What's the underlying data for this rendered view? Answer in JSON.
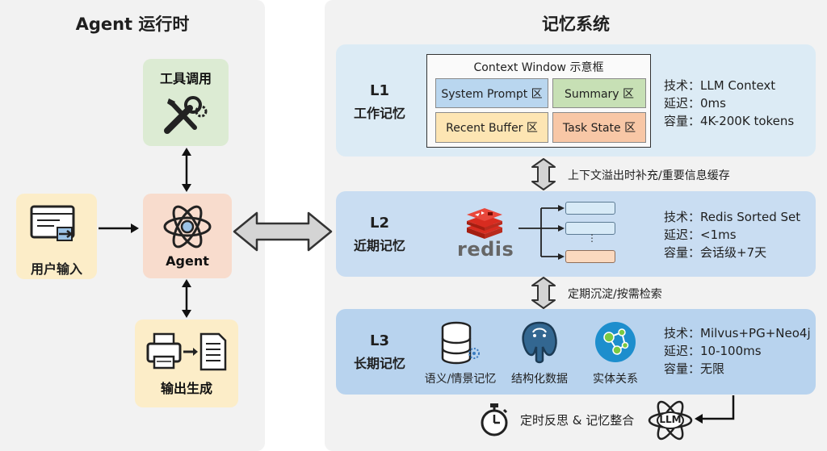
{
  "left": {
    "title": "Agent 运行时",
    "tool_label": "工具调用",
    "agent_label": "Agent",
    "input_label": "用户输入",
    "output_label": "输出生成"
  },
  "right": {
    "title": "记忆系统",
    "l1": {
      "level": "L1",
      "name": "工作记忆",
      "context_title": "Context Window 示意框",
      "cells": [
        "System Prompt 区",
        "Summary 区",
        "Recent Buffer 区",
        "Task State 区"
      ],
      "tech": "技术：LLM Context",
      "latency": "延迟：0ms",
      "capacity": "容量：4K-200K tokens"
    },
    "flow_l1_l2": "上下文溢出时补充/重要信息缓存",
    "l2": {
      "level": "L2",
      "name": "近期记忆",
      "redis_word": "redis",
      "tech": "技术：Redis Sorted Set",
      "latency": "延迟：<1ms",
      "capacity": "容量：会话级+7天"
    },
    "flow_l2_l3": "定期沉淀/按需检索",
    "l3": {
      "level": "L3",
      "name": "长期记忆",
      "icon1_label": "语义/情景记忆",
      "icon2_label": "结构化数据",
      "icon3_label": "实体关系",
      "tech": "技术：Milvus+PG+Neo4j",
      "latency": "延迟：10-100ms",
      "capacity": "容量：无限"
    },
    "reflection_label": "定时反思 & 记忆整合",
    "llm_badge": "LLM"
  },
  "colors": {
    "tool_bg": "#dcebd3",
    "agent_bg": "#f8dccd",
    "io_bg": "#fcedc8",
    "l1_bg": "#dcebf5",
    "l2_bg": "#c9ddf2",
    "l3_bg": "#b8d3ee",
    "redis_red": "#d82c20"
  }
}
